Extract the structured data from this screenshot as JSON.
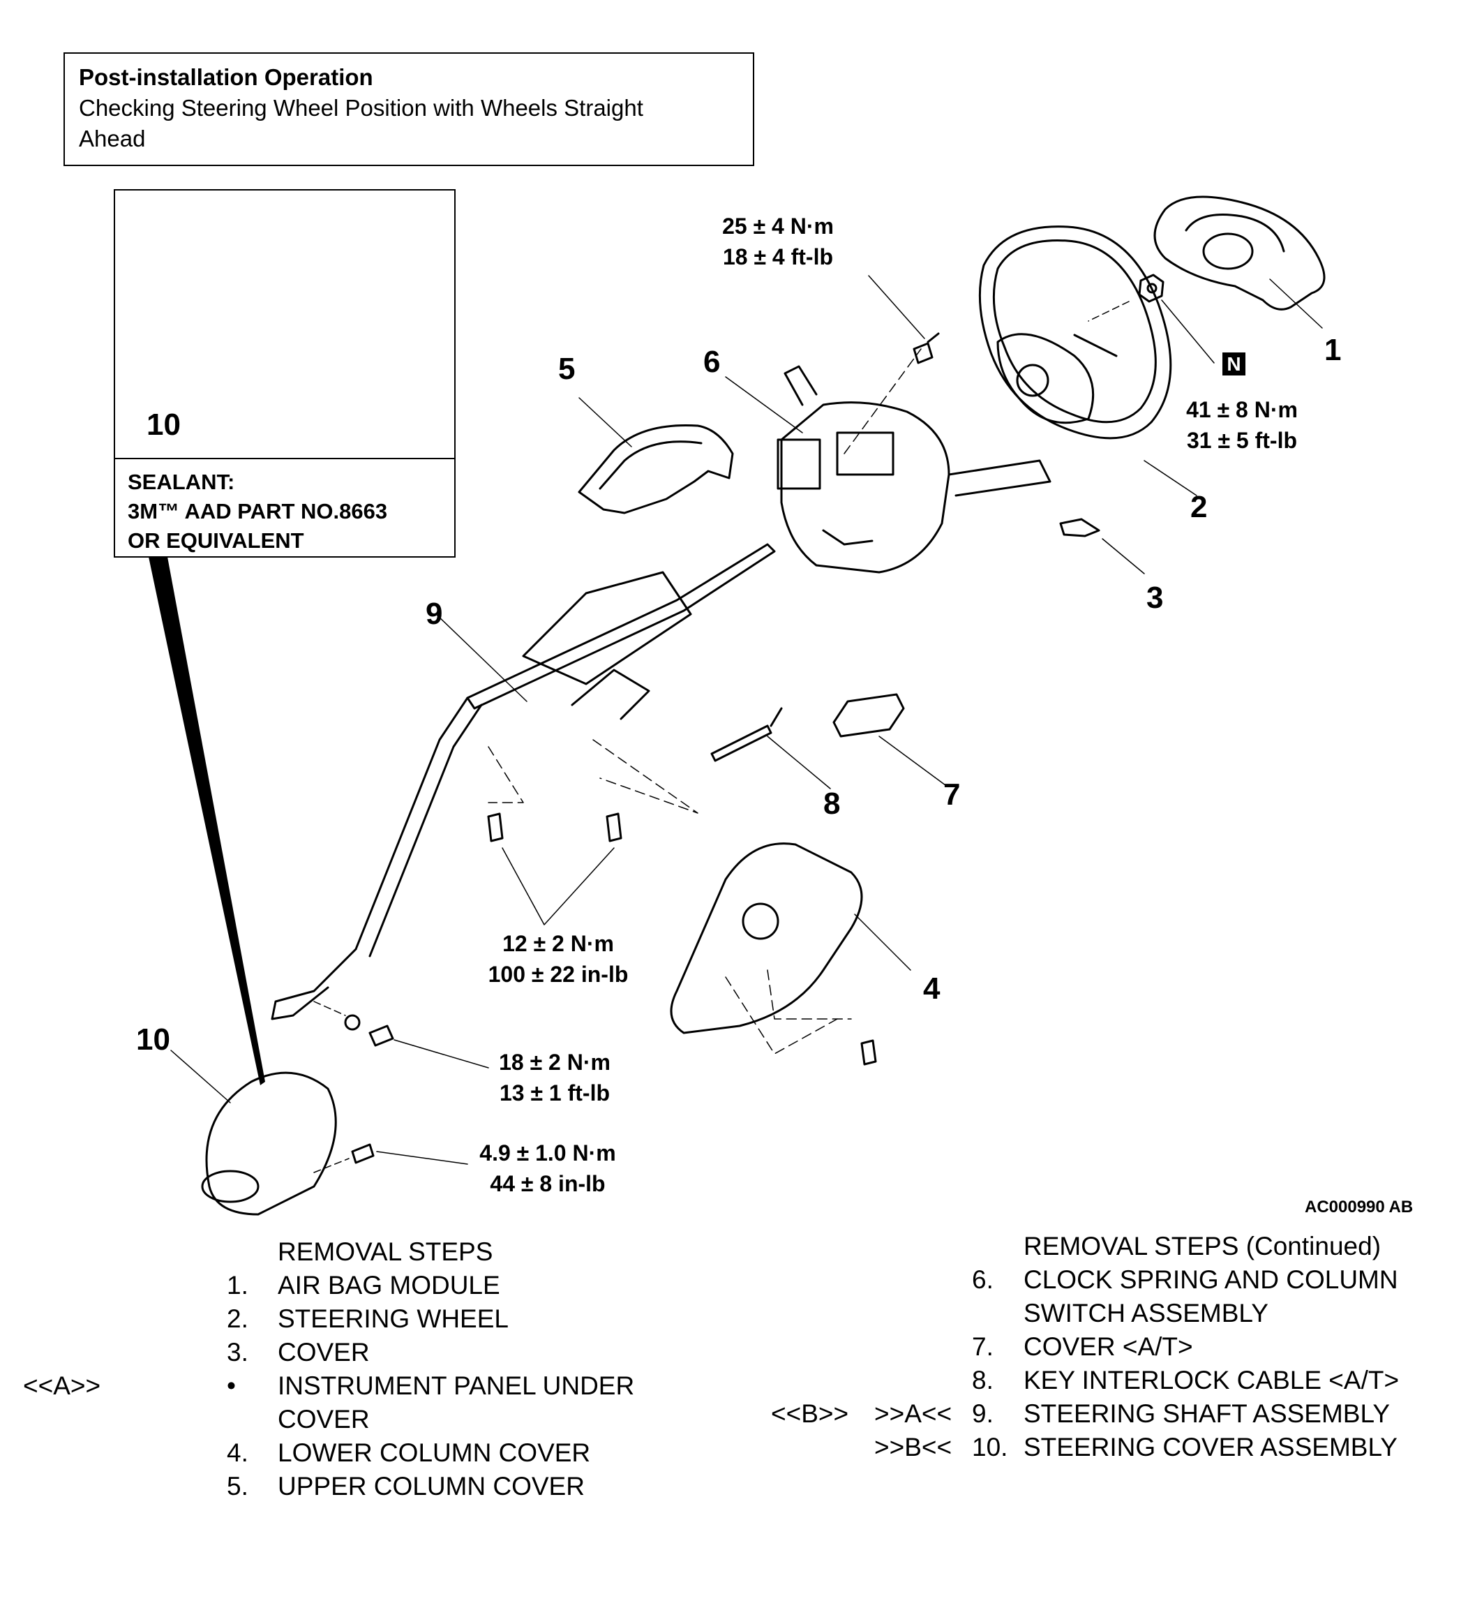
{
  "post_install": {
    "title": "Post-installation Operation",
    "text": "Checking Steering Wheel Position with Wheels Straight Ahead"
  },
  "sealant": {
    "callout": "10",
    "line1": "SEALANT:",
    "line2": "3M™ AAD PART NO.8663",
    "line3": "OR EQUIVALENT"
  },
  "callouts": {
    "c1": "1",
    "c2": "2",
    "c3": "3",
    "c4": "4",
    "c5": "5",
    "c6": "6",
    "c7": "7",
    "c8": "8",
    "c9": "9",
    "c10": "10"
  },
  "torque": {
    "t1": {
      "nm": "25 ± 4 N·m",
      "imp": "18 ± 4 ft-lb"
    },
    "t2": {
      "nm": "41 ± 8 N·m",
      "imp": "31 ± 5 ft-lb"
    },
    "t3": {
      "nm": "12 ± 2 N·m",
      "imp": "100 ± 22 in-lb"
    },
    "t4": {
      "nm": "18 ± 2 N·m",
      "imp": "13 ± 1 ft-lb"
    },
    "t5": {
      "nm": "4.9 ± 1.0 N·m",
      "imp": "44 ± 8 in-lb"
    }
  },
  "n_symbol": "N",
  "figure_id": "AC000990 AB",
  "removal_steps": {
    "header": "REMOVAL STEPS",
    "items": [
      {
        "num": "1.",
        "label": "AIR BAG MODULE",
        "ref": ""
      },
      {
        "num": "2.",
        "label": "STEERING WHEEL",
        "ref": ""
      },
      {
        "num": "3.",
        "label": "COVER",
        "ref": ""
      },
      {
        "num": "•",
        "label": "INSTRUMENT PANEL UNDER",
        "label2": "COVER",
        "ref": "<<A>>"
      },
      {
        "num": "4.",
        "label": "LOWER COLUMN COVER",
        "ref": ""
      },
      {
        "num": "5.",
        "label": "UPPER COLUMN COVER",
        "ref": ""
      }
    ]
  },
  "removal_steps_cont": {
    "header": "REMOVAL STEPS (Continued)",
    "items": [
      {
        "num": "6.",
        "label": "CLOCK SPRING AND COLUMN",
        "label2": "SWITCH ASSEMBLY",
        "ref1": "",
        "ref2": ""
      },
      {
        "num": "7.",
        "label": "COVER <A/T>",
        "ref1": "",
        "ref2": ""
      },
      {
        "num": "8.",
        "label": "KEY INTERLOCK CABLE <A/T>",
        "ref1": "",
        "ref2": ""
      },
      {
        "num": "9.",
        "label": "STEERING SHAFT ASSEMBLY",
        "ref1": "<<B>>",
        "ref2": ">>A<<"
      },
      {
        "num": "10.",
        "label": "STEERING COVER ASSEMBLY",
        "ref1": "",
        "ref2": ">>B<<"
      }
    ]
  }
}
